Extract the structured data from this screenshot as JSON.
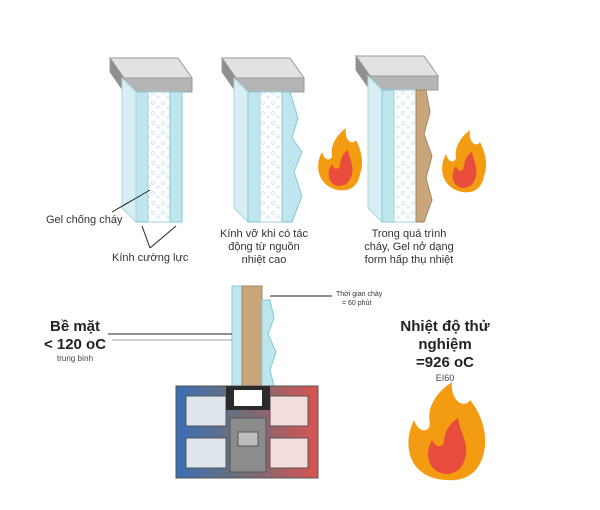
{
  "labels": {
    "gel": "Gel chống cháy",
    "tempered": "Kính cường lực",
    "stage2_l1": "Kính vỡ khi có tác",
    "stage2_l2": "động từ nguồn",
    "stage2_l3": "nhiệt cao",
    "stage3_l1": "Trong quá trình",
    "stage3_l2": "cháy, Gel nở dạng",
    "stage3_l3": "form hấp thụ nhiệt",
    "fire_time_l1": "Thời gian cháy",
    "fire_time_l2": "= 60 phút",
    "surface_l1": "Bề mặt",
    "surface_l2": "< 120 oC",
    "surface_l3": "trung bình",
    "test_l1": "Nhiệt độ thử",
    "test_l2": "nghiệm",
    "test_l3": "=926 oC",
    "test_l4": "EI60"
  },
  "colors": {
    "glass": "#bfe6ee",
    "glass_edge": "#7fc9d6",
    "gel": "#e6f6fa",
    "frame_top": "#d9d9d9",
    "frame_side": "#a3a3a3",
    "charred": "#c8a57a",
    "flame_outer": "#f39c12",
    "flame_inner": "#e74c3c",
    "profile_hot": "#d9534f",
    "profile_cold": "#3b6fb6",
    "profile_mid": "#6c6f7a"
  }
}
